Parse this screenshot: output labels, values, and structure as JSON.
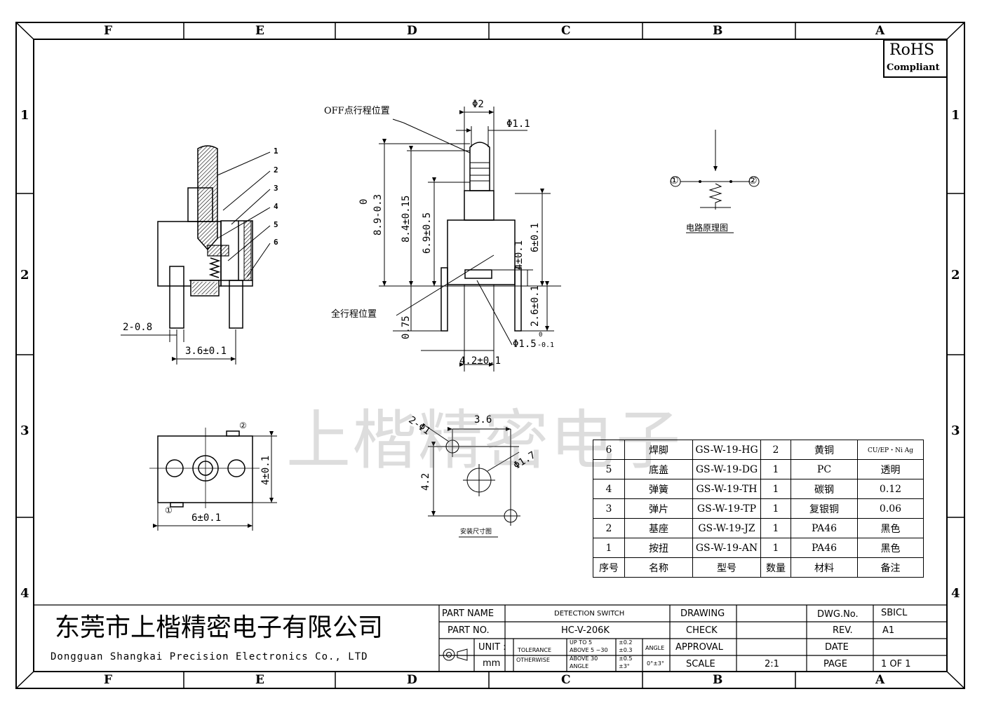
{
  "frame": {
    "col_labels": [
      "F",
      "E",
      "D",
      "C",
      "B",
      "A"
    ],
    "row_labels": [
      "1",
      "2",
      "3",
      "4"
    ]
  },
  "rohs": {
    "line1": "RoHS",
    "line2": "Compliant"
  },
  "side_view": {
    "callouts": [
      "1",
      "2",
      "3",
      "4",
      "5",
      "6"
    ],
    "dims": {
      "pin_dia": "2-0.8",
      "pitch": "3.6±0.1"
    }
  },
  "front_view": {
    "off_label": "OFF点行程位置",
    "full_label": "全行程位置",
    "dims": {
      "phi2": "Φ2",
      "phi11": "Φ1.1",
      "h89_top": "0",
      "h89": "8.9-0.3",
      "h84": "8.4±0.15",
      "h69": "6.9±0.5",
      "h6": "6±0.1",
      "h4": "4±0.1",
      "h26": "2.6±0.1",
      "h075": "0.75",
      "phi15": "Φ1.5",
      "phi15_tol": "-0.1",
      "phi15_tol_top": "0",
      "w42": "4.2±0.1"
    }
  },
  "circuit": {
    "label": "电路原理图",
    "pin1": "①",
    "pin2": "②"
  },
  "bottom_view": {
    "pin2": "②",
    "pin1": "①",
    "h4": "4±0.1",
    "w6": "6±0.1"
  },
  "mount": {
    "holes": "2-Φ1",
    "spacing": "3.6",
    "center_hole": "Φ1.7",
    "v_spacing": "4.2",
    "label": "安装尺寸图"
  },
  "watermark": "上楷精密电子",
  "bom": {
    "rows": [
      [
        "6",
        "焊脚",
        "GS-W-19-HG",
        "2",
        "黄铜",
        "CU/EP・Ni  Ag"
      ],
      [
        "5",
        "底盖",
        "GS-W-19-DG",
        "1",
        "PC",
        "透明"
      ],
      [
        "4",
        "弹簧",
        "GS-W-19-TH",
        "1",
        "碳钢",
        "0.12"
      ],
      [
        "3",
        "弹片",
        "GS-W-19-TP",
        "1",
        "复银铜",
        "0.06"
      ],
      [
        "2",
        "基座",
        "GS-W-19-JZ",
        "1",
        "PA46",
        "黑色"
      ],
      [
        "1",
        "按扭",
        "GS-W-19-AN",
        "1",
        "PA46",
        "黑色"
      ]
    ],
    "header": [
      "序号",
      "名称",
      "型号",
      "数量",
      "材料",
      "备注"
    ]
  },
  "title_block": {
    "company_cn": "东莞市上楷精密电子有限公司",
    "company_en": "Dongguan Shangkai Precision Electronics Co., LTD",
    "part_name_label": "PART NAME",
    "part_name": "DETECTION SWITCH",
    "part_no_label": "PART NO.",
    "part_no": "HC-V-206K",
    "unit_label": "UNIT :",
    "unit": "mm",
    "tolerance": "TOLERANCE",
    "otherwise": "OTHERWISE",
    "tol_rows": [
      [
        "UP TO 5",
        "±0.2"
      ],
      [
        "ABOVE 5 ~30",
        "±0.3"
      ],
      [
        "ABOVE 30",
        "±0.5"
      ],
      [
        "ANGLE",
        "±3°"
      ]
    ],
    "angle_label": "ANGLE",
    "angle_value": "0°±3°",
    "drawing": "DRAWING",
    "check": "CHECK",
    "approval": "APPROVAL",
    "scale_label": "SCALE",
    "scale": "2:1",
    "dwg_no_label": "DWG.No.",
    "dwg_no": "SBICL",
    "rev_label": "REV.",
    "rev": "A1",
    "date_label": "DATE",
    "page_label": "PAGE",
    "page": "1 OF 1"
  }
}
